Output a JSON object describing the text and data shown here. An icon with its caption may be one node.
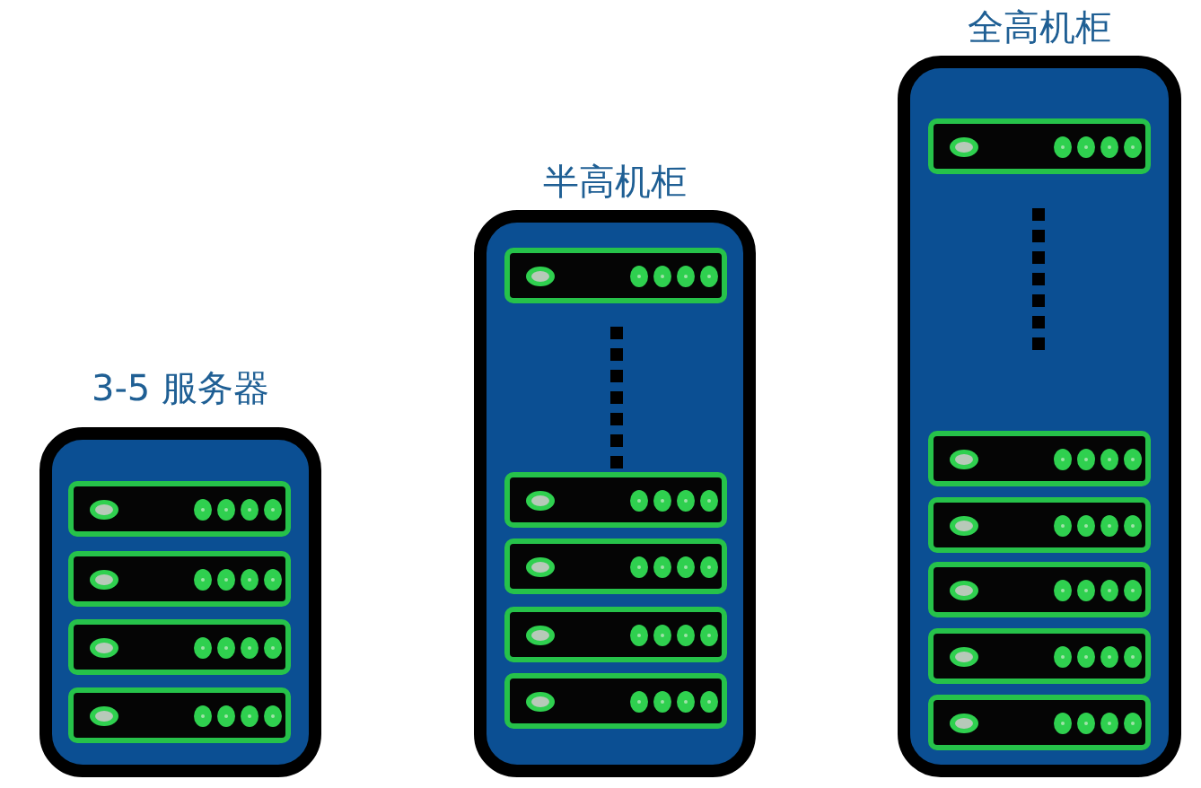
{
  "diagram": {
    "nodes": [
      {
        "text": [
          "3-5 服务器"
        ]
      },
      {
        "text": [],
        "shape": "box",
        "in": 0
      },
      {
        "text": [],
        "shape": "box",
        "in": 0
      },
      {
        "text": [],
        "shape": "box",
        "in": 0
      },
      {
        "text": [],
        "shape": "box",
        "in": 0
      },
      {
        "text": [
          "半高机柜"
        ]
      },
      {
        "text": [],
        "shape": "box",
        "in": 5
      },
      {
        "text": [],
        "shape": "box",
        "in": 5
      },
      {
        "text": [],
        "shape": "box",
        "in": 5
      },
      {
        "text": [],
        "shape": "box",
        "in": 5
      },
      {
        "text": [],
        "shape": "box",
        "in": 5
      },
      {
        "text": [
          "全高机柜"
        ]
      },
      {
        "text": [],
        "shape": "box",
        "in": 11
      },
      {
        "text": [],
        "shape": "box",
        "in": 11
      },
      {
        "text": [],
        "shape": "box",
        "in": 11
      },
      {
        "text": [],
        "shape": "box",
        "in": 11
      },
      {
        "text": [],
        "shape": "box",
        "in": 11
      },
      {
        "text": [],
        "shape": "box",
        "in": 11
      }
    ]
  }
}
